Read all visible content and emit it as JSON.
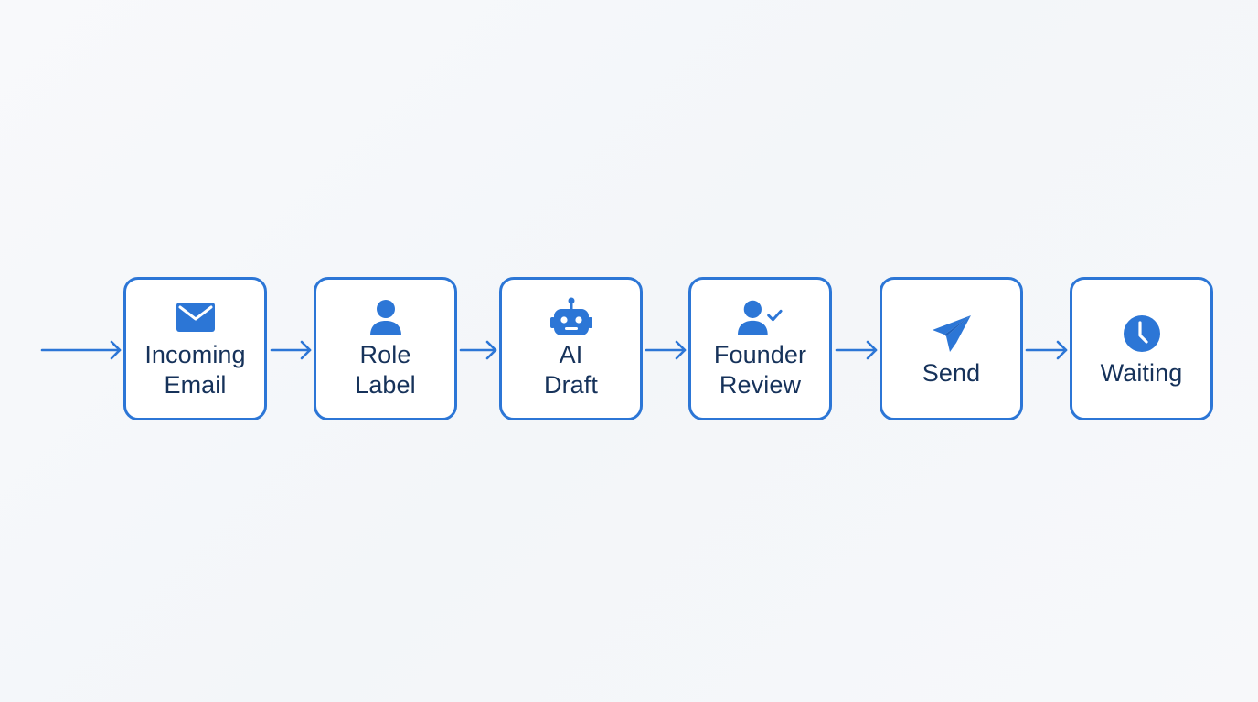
{
  "diagram": {
    "type": "linear-flow",
    "accent_color": "#2c76d6",
    "text_color": "#16325a",
    "background_color": "#f5f7fa",
    "entry_arrow": true,
    "nodes": [
      {
        "id": "incoming-email",
        "label": "Incoming\nEmail",
        "icon": "envelope-icon"
      },
      {
        "id": "role-label",
        "label": "Role\nLabel",
        "icon": "user-icon"
      },
      {
        "id": "ai-draft",
        "label": "AI\nDraft",
        "icon": "robot-icon"
      },
      {
        "id": "founder-review",
        "label": "Founder\nReview",
        "icon": "user-check-icon"
      },
      {
        "id": "send",
        "label": "Send",
        "icon": "paper-plane-icon"
      },
      {
        "id": "waiting",
        "label": "Waiting",
        "icon": "clock-icon"
      }
    ],
    "edges": [
      {
        "from": "start",
        "to": "incoming-email"
      },
      {
        "from": "incoming-email",
        "to": "role-label"
      },
      {
        "from": "role-label",
        "to": "ai-draft"
      },
      {
        "from": "ai-draft",
        "to": "founder-review"
      },
      {
        "from": "founder-review",
        "to": "send"
      },
      {
        "from": "send",
        "to": "waiting"
      }
    ]
  }
}
